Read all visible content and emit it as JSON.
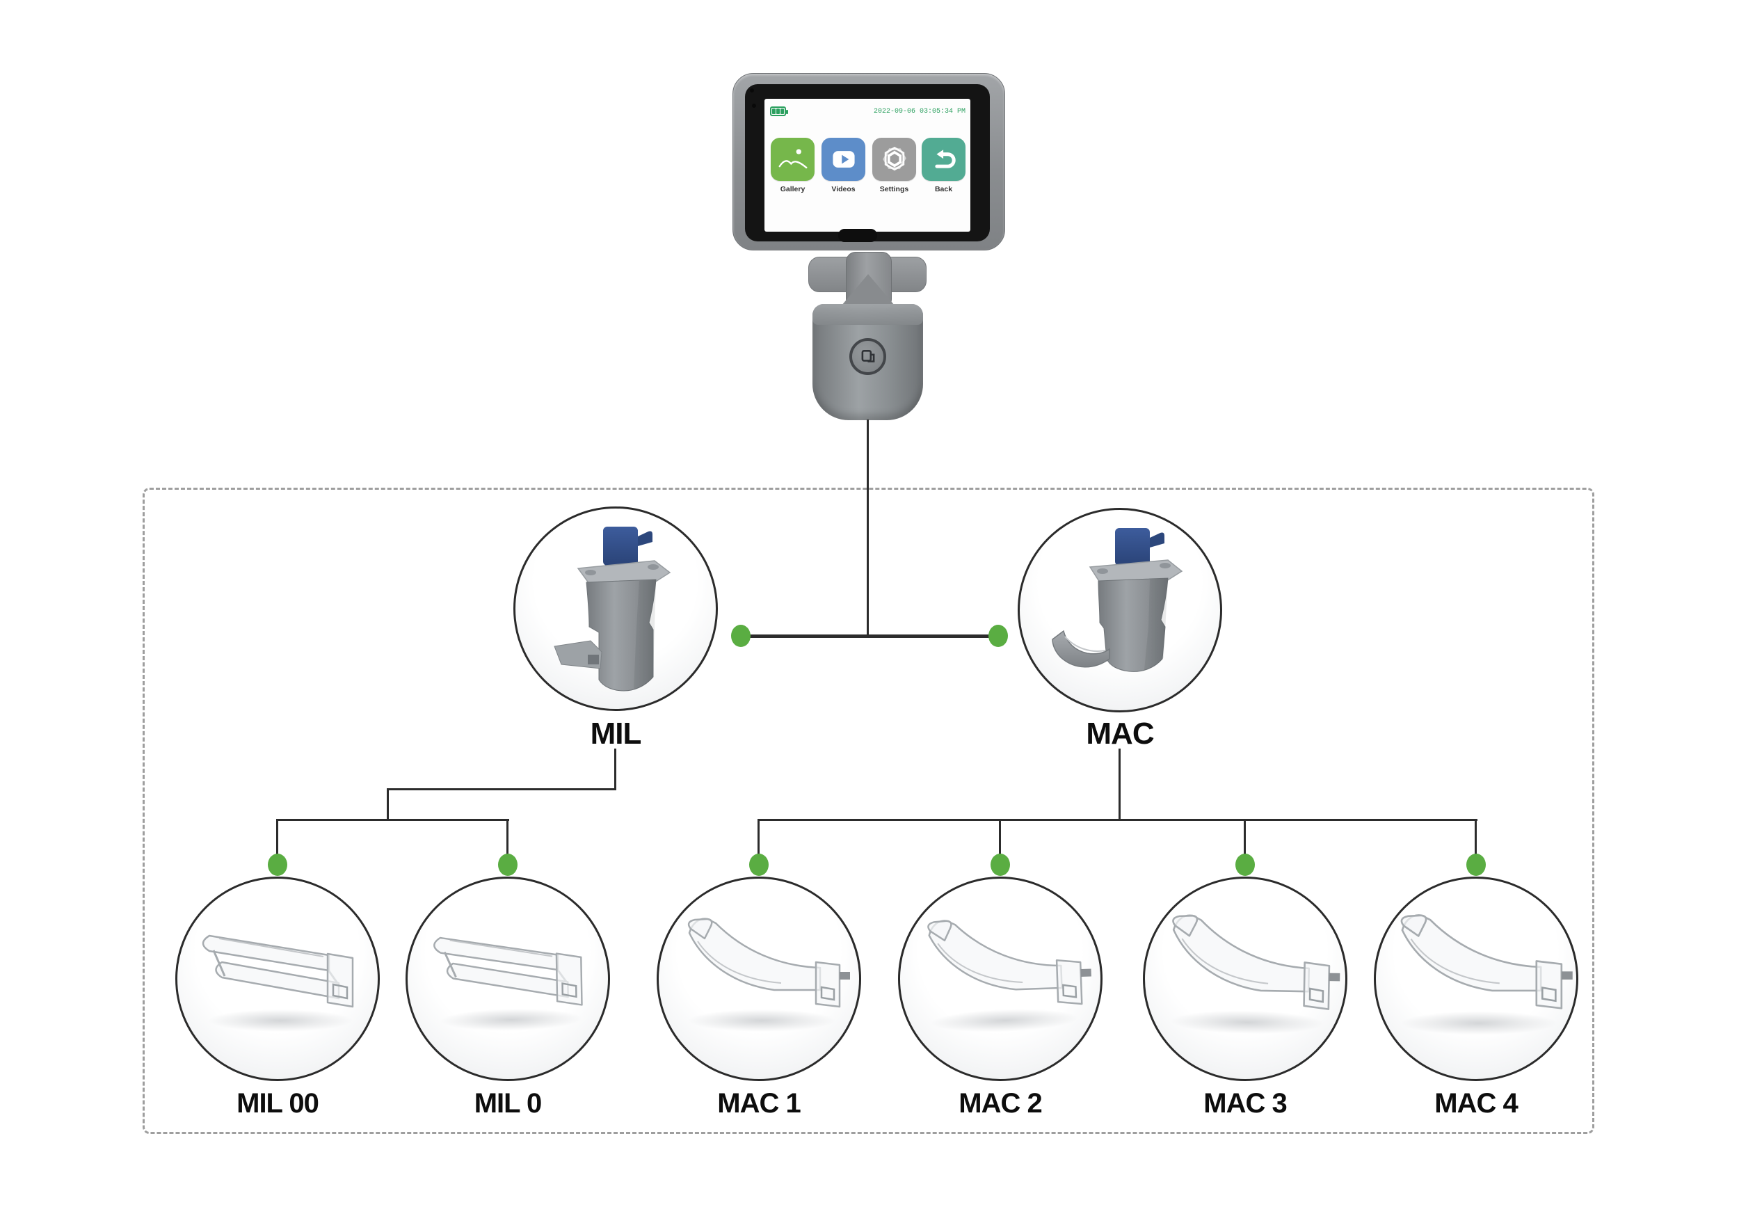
{
  "device": {
    "statusbar": {
      "battery_icon": "battery-3-bars",
      "datetime": "2022-09-06 03:05:34 PM"
    },
    "apps": [
      {
        "label": "Gallery",
        "icon": "gallery-icon",
        "color": "#76b74b"
      },
      {
        "label": "Videos",
        "icon": "videos-icon",
        "color": "#5d8dc9"
      },
      {
        "label": "Settings",
        "icon": "settings-icon",
        "color": "#9c9c9c"
      },
      {
        "label": "Back",
        "icon": "back-icon",
        "color": "#52ab93"
      }
    ]
  },
  "diagram": {
    "level1": [
      {
        "label": "MIL",
        "image": "mil-blade-adapter"
      },
      {
        "label": "MAC",
        "image": "mac-blade-adapter"
      }
    ],
    "level2": [
      {
        "label": "MIL 00",
        "parent": "MIL",
        "image": "straight-clear-blade"
      },
      {
        "label": "MIL 0",
        "parent": "MIL",
        "image": "straight-clear-blade"
      },
      {
        "label": "MAC 1",
        "parent": "MAC",
        "image": "curved-clear-blade"
      },
      {
        "label": "MAC 2",
        "parent": "MAC",
        "image": "curved-clear-blade"
      },
      {
        "label": "MAC 3",
        "parent": "MAC",
        "image": "curved-clear-blade"
      },
      {
        "label": "MAC 4",
        "parent": "MAC",
        "image": "curved-clear-blade"
      }
    ]
  },
  "colors": {
    "accent_green_dot": "#5aad42",
    "battery_green": "#2ba05f",
    "tile_gallery": "#76b74b",
    "tile_videos": "#5d8dc9",
    "tile_settings": "#9c9c9c",
    "tile_back": "#52ab93",
    "connector_line": "#2c2c2c",
    "dashed_border": "#9e9e9e",
    "blue_connector": "#31508c"
  }
}
